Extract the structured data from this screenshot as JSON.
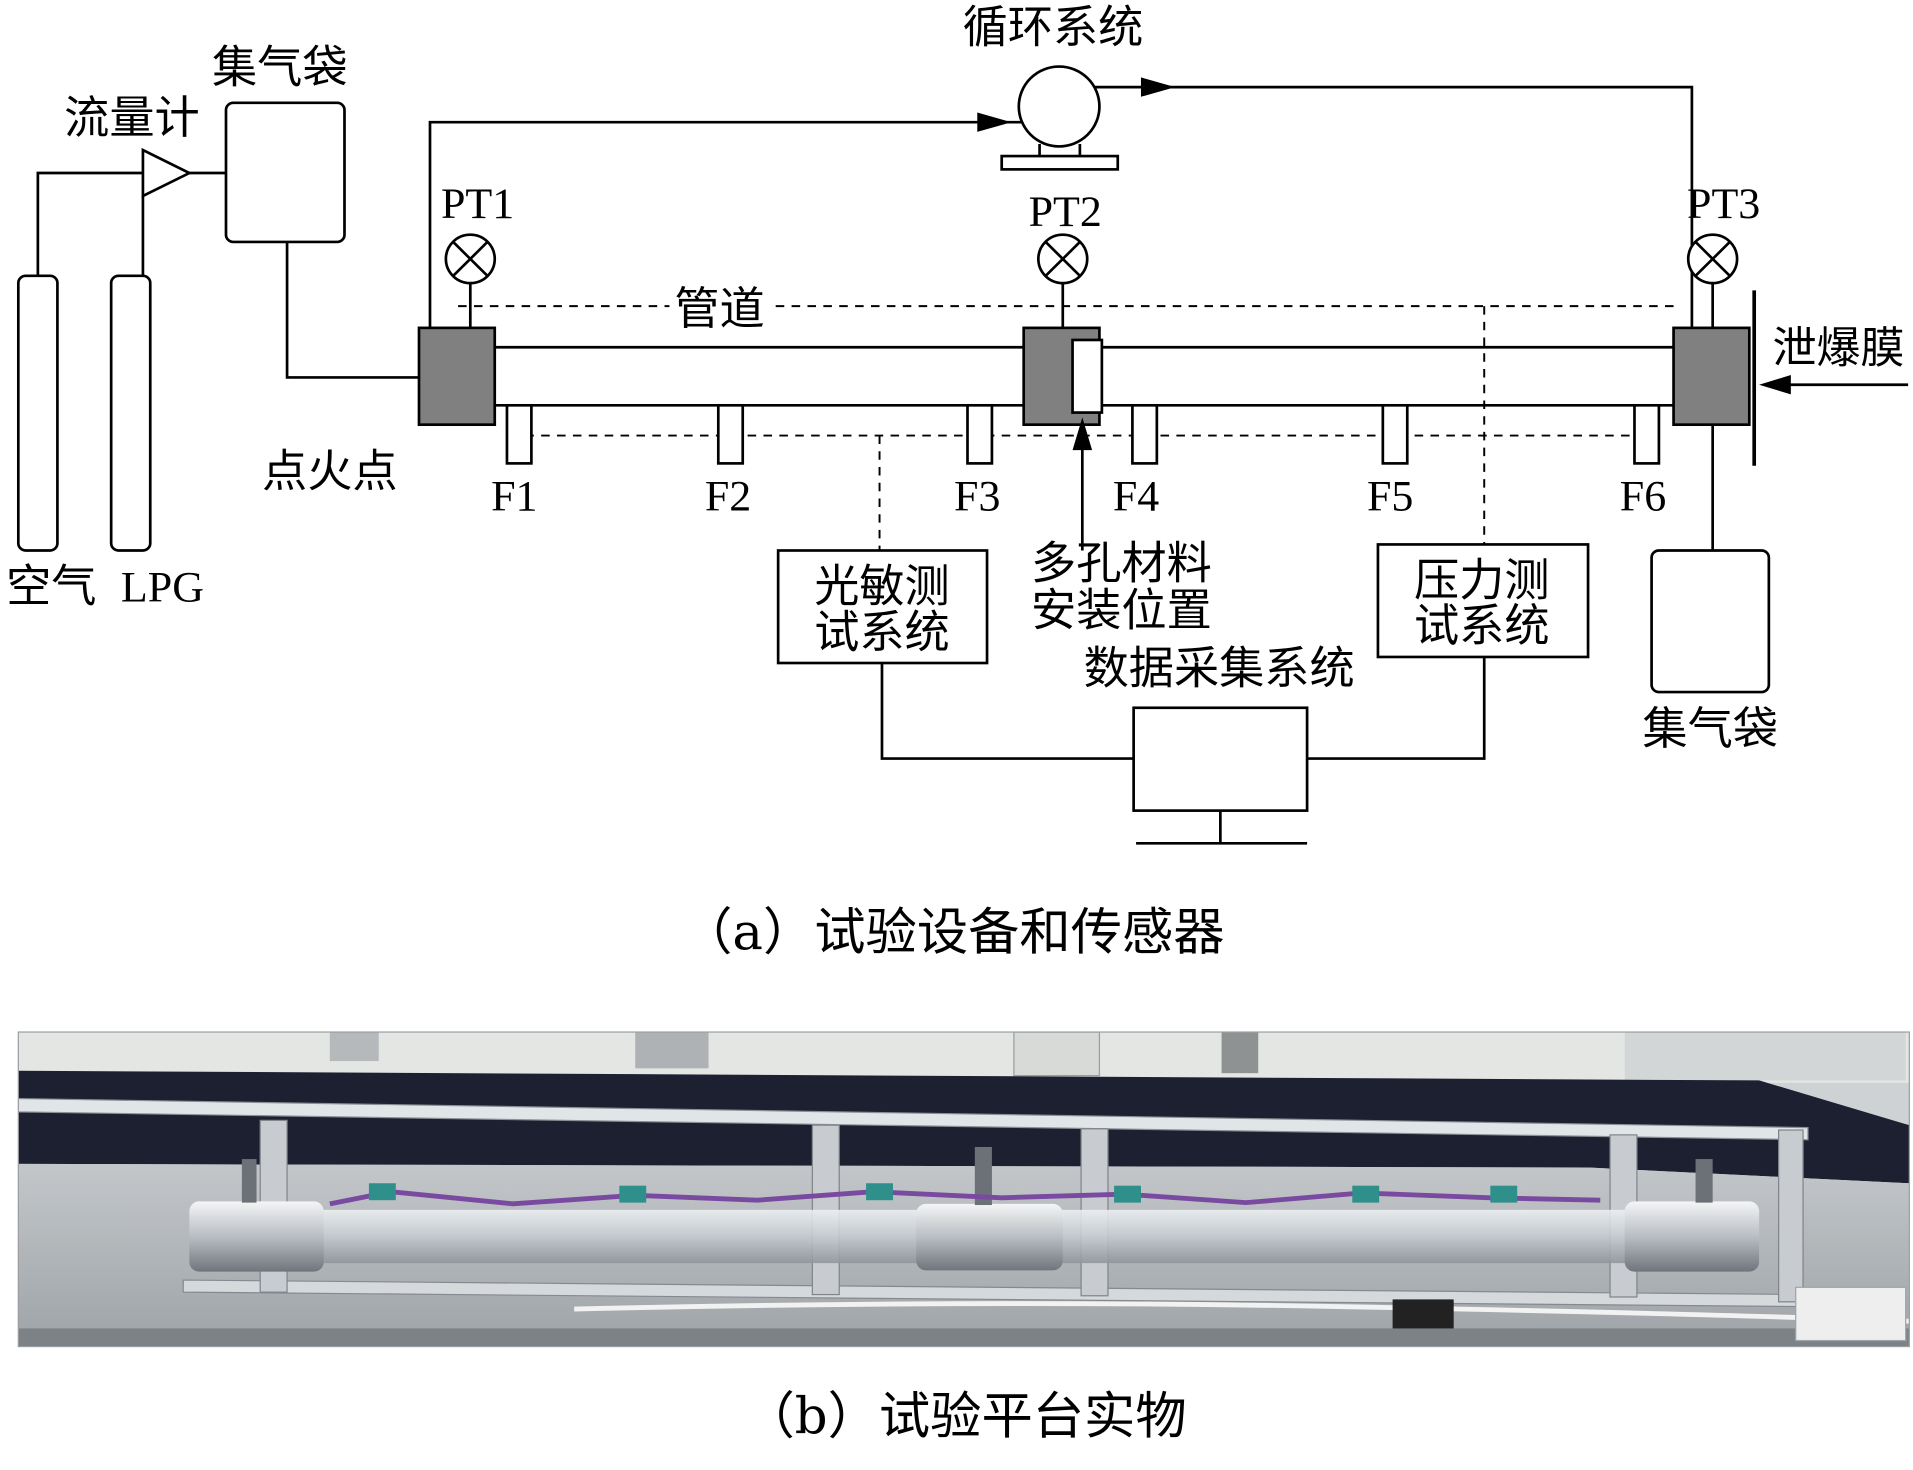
{
  "panel_a": {
    "caption": "（a）试验设备和传感器",
    "labels": {
      "circulation_system": "循环系统",
      "gas_bag_top": "集气袋",
      "flowmeter": "流量计",
      "air": "空气",
      "lpg": "LPG",
      "ignition_point": "点火点",
      "pt1": "PT1",
      "pt2": "PT2",
      "pt3": "PT3",
      "pipe": "管道",
      "vent_membrane": "泄爆膜",
      "porous_material": [
        "多孔材料",
        "安装位置"
      ],
      "photo_test_system": [
        "光敏测",
        "试系统"
      ],
      "pressure_test_system": [
        "压力测",
        "试系统"
      ],
      "daq_system": "数据采集系统",
      "gas_bag_right": "集气袋"
    },
    "flame_sensors": [
      "F1",
      "F2",
      "F3",
      "F4",
      "F5",
      "F6"
    ]
  },
  "panel_b": {
    "caption": "（b）试验平台实物"
  },
  "colors": {
    "line": "#000000",
    "block": "#808080",
    "background": "#ffffff",
    "cable": "#7a4aa0",
    "cloth": "#1c2030"
  }
}
